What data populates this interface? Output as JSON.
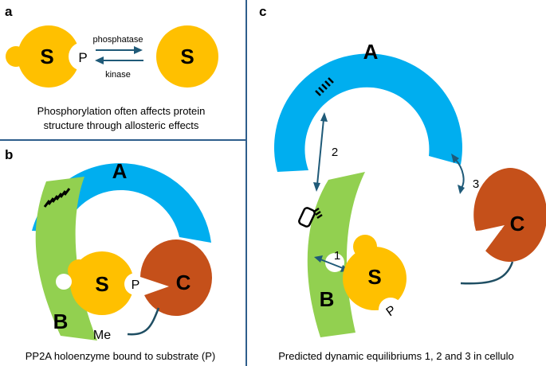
{
  "panels": {
    "a": {
      "label": "a",
      "substrate_letter": "S",
      "phosphate_letter": "P",
      "forward_label": "phosphatase",
      "reverse_label": "kinase",
      "caption_line1": "Phosphorylation often affects protein",
      "caption_line2": "structure through allosteric effects"
    },
    "b": {
      "label": "b",
      "a_letter": "A",
      "b_letter": "B",
      "c_letter": "C",
      "s_letter": "S",
      "p_letter": "P",
      "me_label": "Me",
      "caption": "PP2A holoenzyme bound to substrate (P)"
    },
    "c": {
      "label": "c",
      "a_letter": "A",
      "b_letter": "B",
      "c_letter": "C",
      "s_letter": "S",
      "p_letter": "P",
      "eq1": "1",
      "eq2": "2",
      "eq3": "3",
      "caption": "Predicted dynamic equilibriums 1, 2 and 3 in cellulo"
    }
  },
  "colors": {
    "A_subunit": "#00AEEF",
    "B_subunit": "#92D050",
    "C_subunit": "#C5501A",
    "substrate": "#FFC000",
    "arrow": "#1F5A78",
    "divider": "#2E5E8C"
  }
}
